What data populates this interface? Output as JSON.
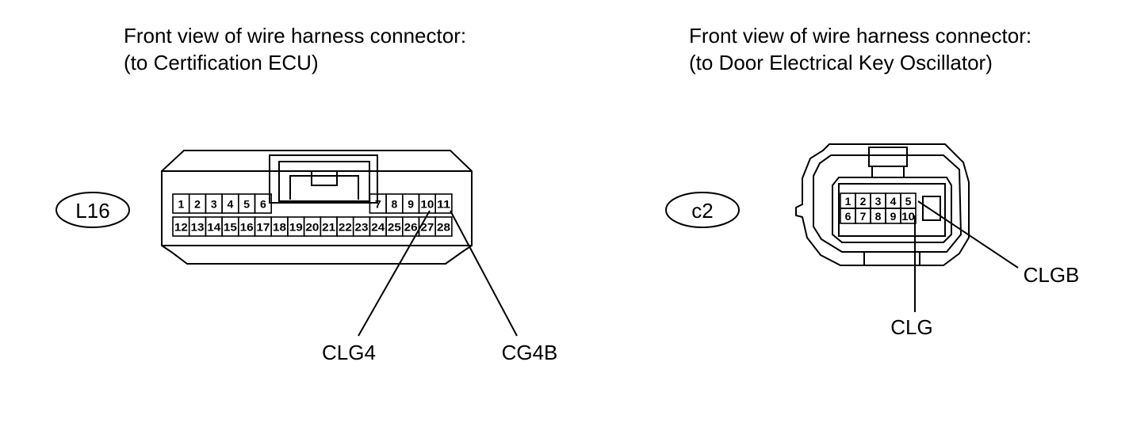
{
  "left": {
    "caption_line1": "Front view of wire harness connector:",
    "caption_line2": "(to Certification ECU)",
    "connector_code": "L16",
    "row1_left": [
      "1",
      "2",
      "3",
      "4",
      "5",
      "6"
    ],
    "row1_right": [
      "7",
      "8",
      "9",
      "10",
      "11"
    ],
    "row2": [
      "12",
      "13",
      "14",
      "15",
      "16",
      "17",
      "18",
      "19",
      "20",
      "21",
      "22",
      "23",
      "24",
      "25",
      "26",
      "27",
      "28"
    ],
    "terminal_a": "CLG4",
    "terminal_b": "CG4B"
  },
  "right": {
    "caption_line1": "Front view of wire harness connector:",
    "caption_line2": "(to Door Electrical Key Oscillator)",
    "connector_code": "c2",
    "row1": [
      "1",
      "2",
      "3",
      "4",
      "5"
    ],
    "row2": [
      "6",
      "7",
      "8",
      "9",
      "10"
    ],
    "terminal_a": "CLGB",
    "terminal_b": "CLG"
  }
}
